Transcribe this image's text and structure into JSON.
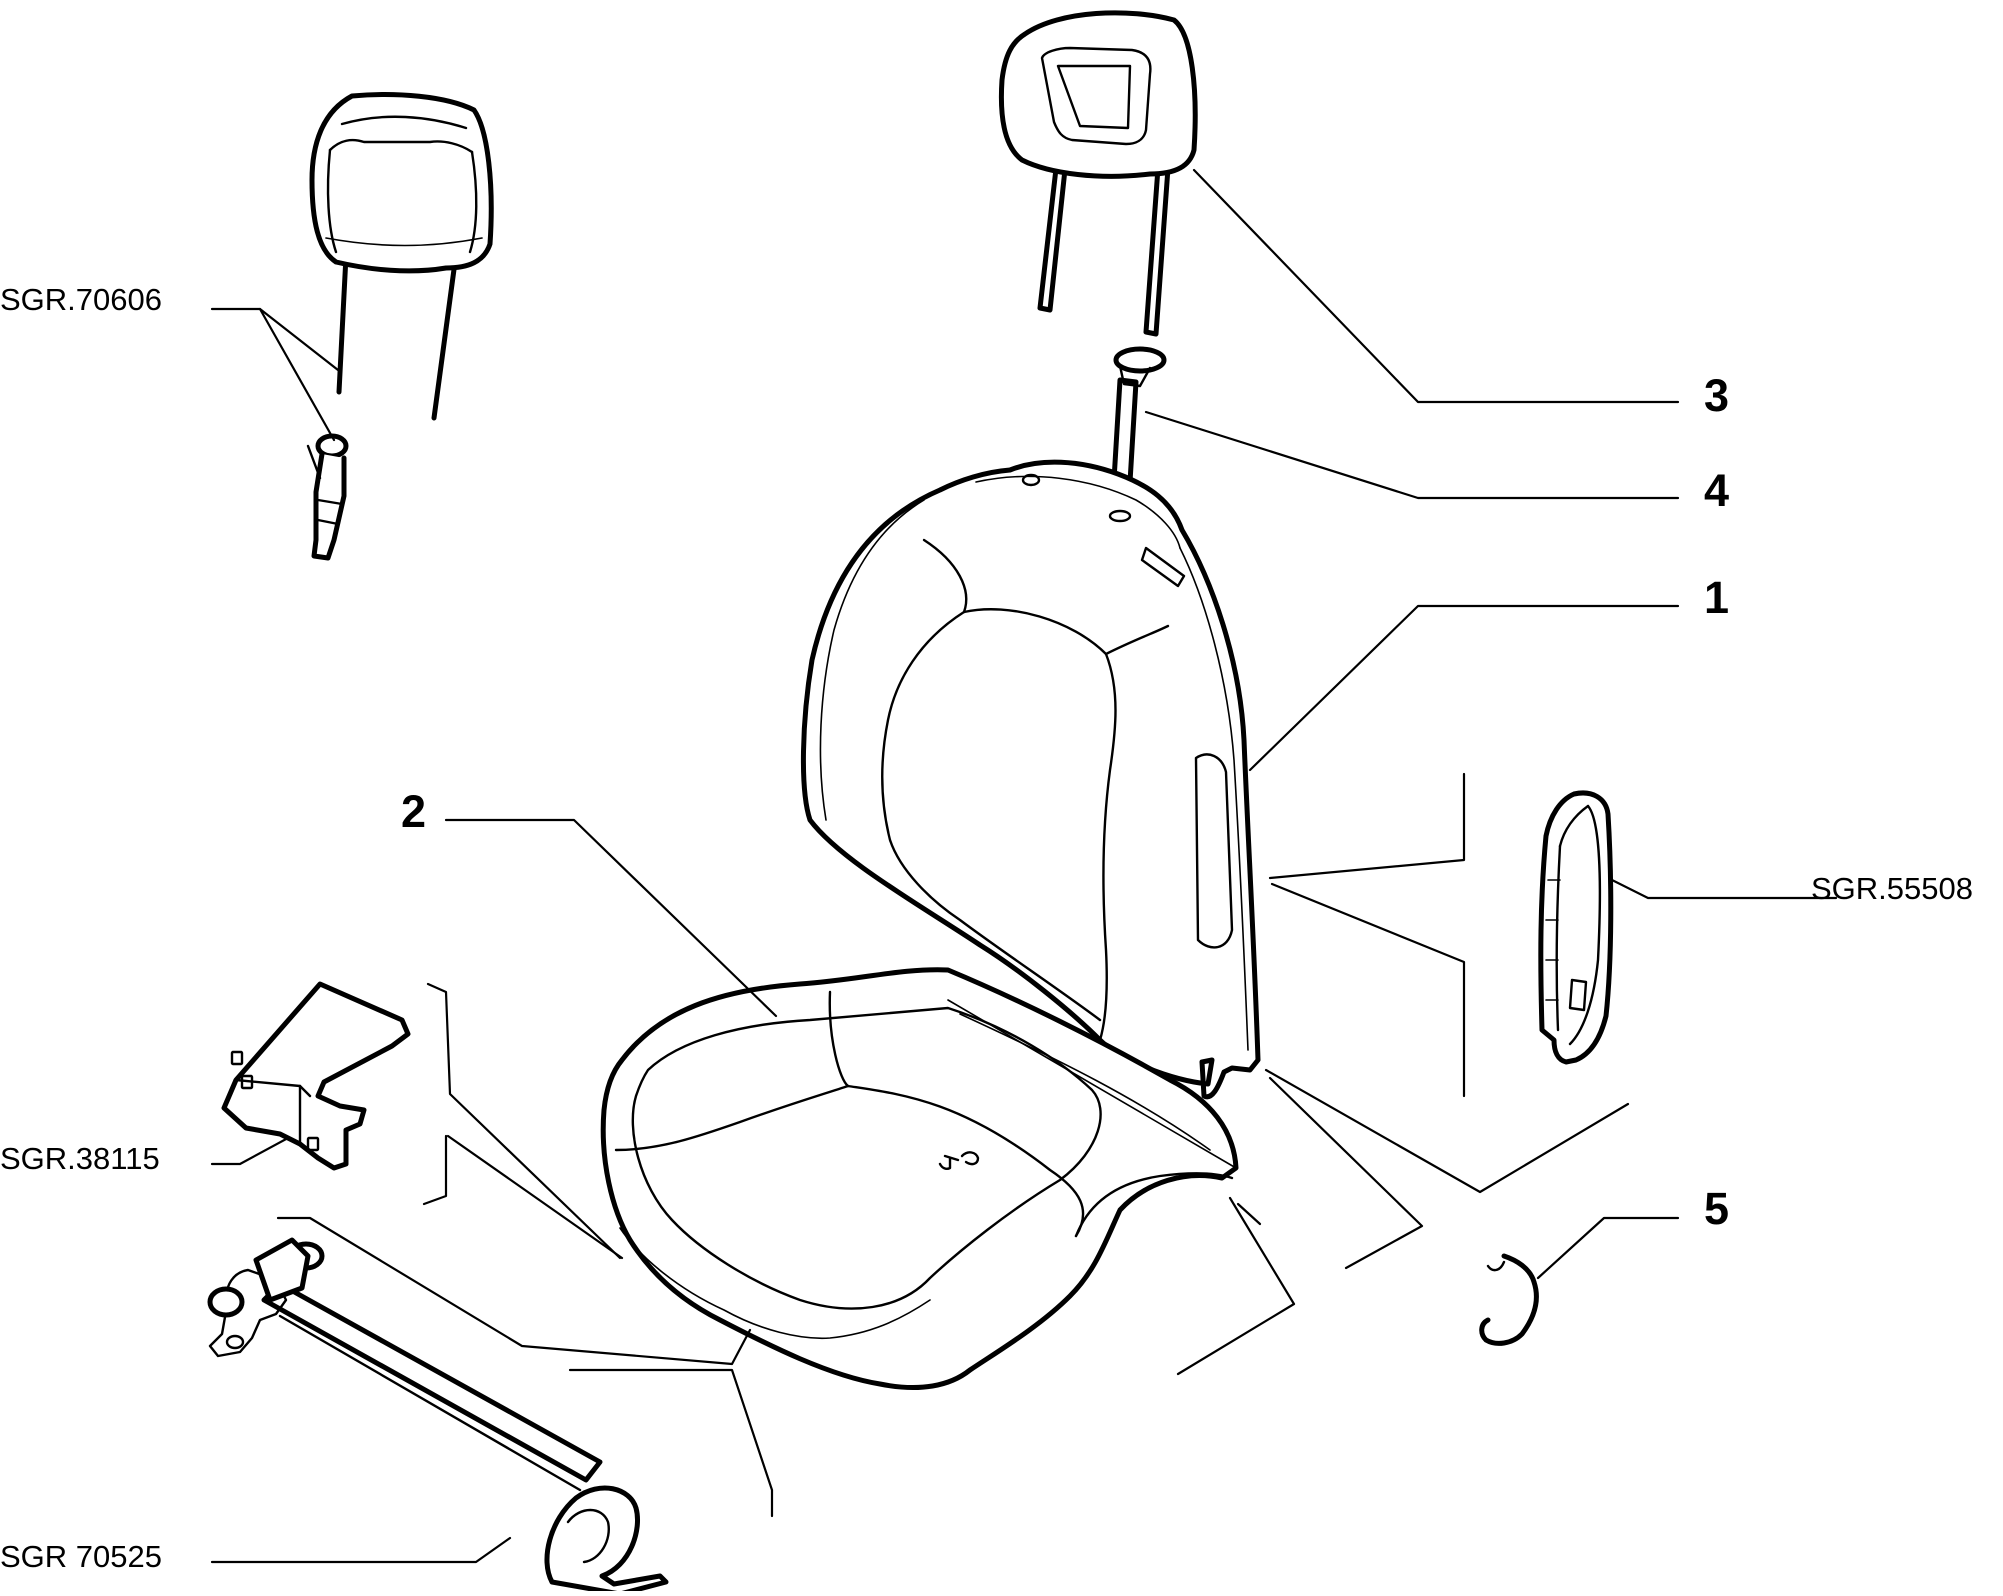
{
  "labels": {
    "ref_headrest_guide": "SGR.70606",
    "ref_side_panel": "SGR.55508",
    "ref_bracket": "SGR.38115",
    "ref_tube": "SGR 70525",
    "part_1": "1",
    "part_2": "2",
    "part_3": "3",
    "part_4": "4",
    "part_5": "5"
  }
}
